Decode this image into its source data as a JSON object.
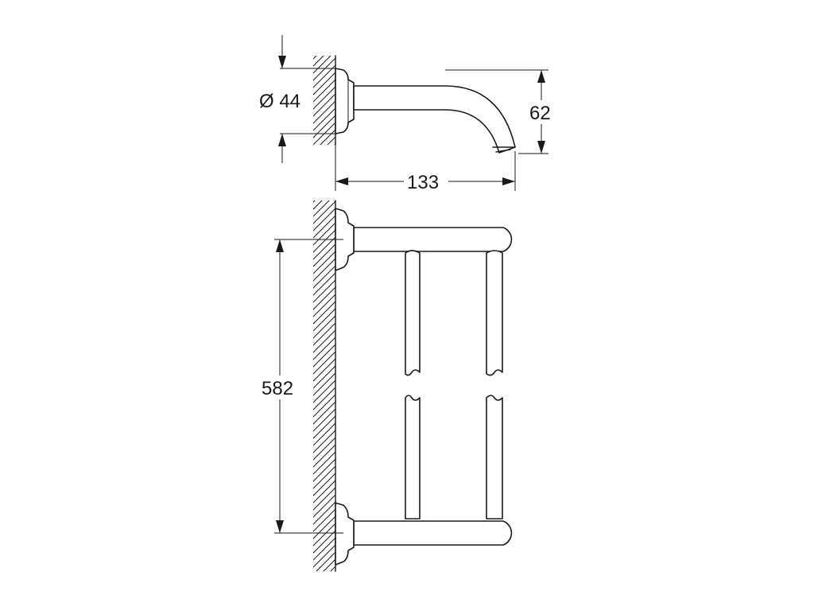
{
  "drawing": {
    "dimensions": {
      "flange_diameter": "Ø 44",
      "projection": "133",
      "height": "62",
      "length": "582"
    }
  },
  "colors": {
    "line": "#1a1a1a",
    "background": "#ffffff"
  }
}
